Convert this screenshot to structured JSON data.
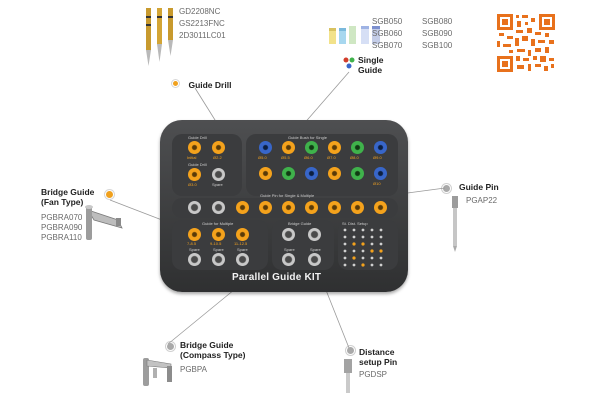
{
  "guide_drill": {
    "codes": [
      "GD2208NC",
      "GS2213FNC",
      "2D3011LC01"
    ],
    "title": "Guide Drill"
  },
  "single_guide": {
    "codes": [
      "SGB050",
      "SGB060",
      "SGB070",
      "SGB080",
      "SGB090",
      "SGB100"
    ],
    "title_line1": "Single",
    "title_line2": "Guide"
  },
  "bridge_fan": {
    "title_line1": "Bridge Guide",
    "title_line2": "(Fan Type)",
    "codes": [
      "PGBRA070",
      "PGBRA090",
      "PGBRA110"
    ]
  },
  "guide_pin": {
    "title": "Guide Pin",
    "code": "PGAP22"
  },
  "bridge_compass": {
    "title_line1": "Bridge Guide",
    "title_line2": "(Compass Type)",
    "code": "PGBPA"
  },
  "distance_pin": {
    "title_line1": "Distance",
    "title_line2": "setup Pin",
    "code": "PGDSP"
  },
  "kit": {
    "name": "Parallel Guide KIT",
    "labels": {
      "guide_drill_a": "Guide Drill",
      "guide_drill_b": "Guide Drill",
      "guide_bush": "Guide Bush for Single",
      "guide_pin_multi": "Guide Pin for Single & Multiple",
      "guide_multi": "Guide for Multiple",
      "bridge_guide": "Bridge Guide",
      "dist_setup": "St. Dist. Setup",
      "spare": "Spare",
      "initial": "Initial",
      "d22": "Ø2.2",
      "d30": "Ø3.0",
      "d50": "Ø5.0",
      "d55": "Ø5.5",
      "d60": "Ø6.0",
      "d70": "Ø7.0",
      "d80": "Ø8.0",
      "d90": "Ø9.0",
      "d100": "Ø10",
      "m1": "7-8.5",
      "m2": "9-10.5",
      "m3": "11-12.5"
    }
  },
  "colors": {
    "orange": "#f4a21c",
    "green": "#3fb24b",
    "blue": "#3866c9",
    "grey": "#c8c8c8",
    "qr": "#e8711c"
  }
}
